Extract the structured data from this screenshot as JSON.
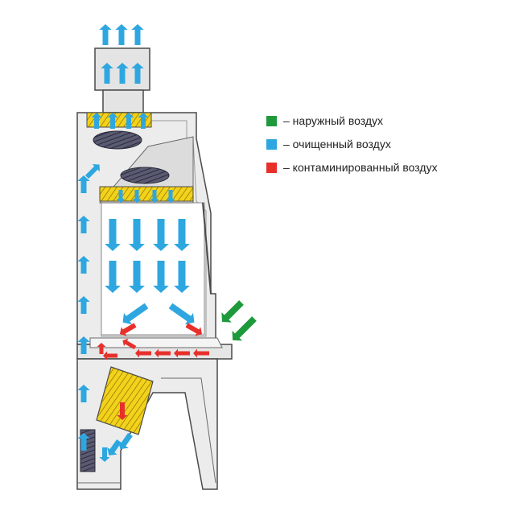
{
  "colors": {
    "outside": "#1e9a3c",
    "clean": "#2ea7e0",
    "contaminated": "#e8302b",
    "cabinet_fill": "#ececec",
    "cabinet_stroke": "#4a4a4a",
    "filter": "#f2d21b",
    "fan": "#4c4c63"
  },
  "legend": [
    {
      "key": "outside",
      "label": "– наружный воздух",
      "icon": "green-square"
    },
    {
      "key": "clean",
      "label": "– очищенный воздух",
      "icon": "blue-square"
    },
    {
      "key": "contaminated",
      "label": "– контаминированный воздух",
      "icon": "red-square"
    }
  ]
}
